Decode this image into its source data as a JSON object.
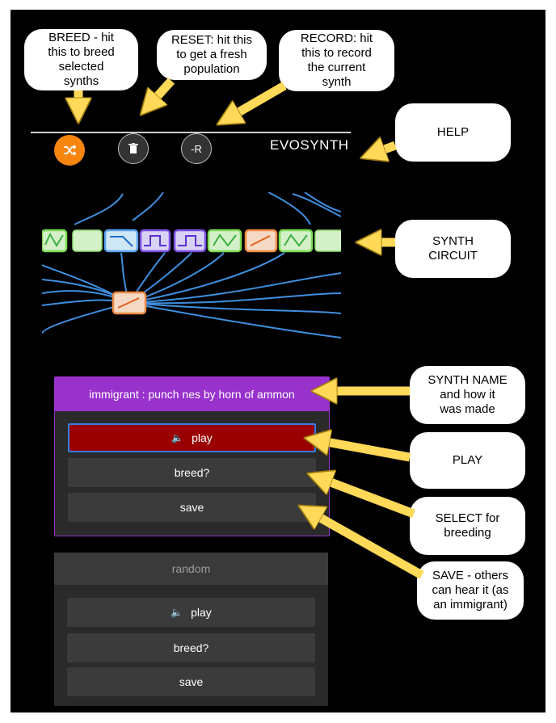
{
  "callouts": {
    "breed": "BREED - hit\nthis to breed\nselected\nsynths",
    "reset": "RESET: hit this\nto get a fresh\npopulation",
    "record": "RECORD: hit\nthis to record\nthe current\nsynth",
    "help": "HELP",
    "circuit": "SYNTH\nCIRCUIT",
    "name": "SYNTH NAME\nand how it\nwas made",
    "play": "PLAY",
    "select": "SELECT for\nbreeding",
    "save": "SAVE - others\ncan hear it (as\nan immigrant)"
  },
  "toolbar": {
    "breed_icon": "shuffle-icon",
    "reset_icon": "trash-icon",
    "record_label": "-R",
    "app_name": "EVOSYNTH",
    "breed_color": "#f7860f"
  },
  "colors": {
    "accent_purple": "#9932cc",
    "play_red": "#9b0000",
    "arrow_yellow": "#ffd957",
    "wire_blue": "#3f8fe0"
  },
  "cards": [
    {
      "title": "immigrant : punch nes by horn of ammon",
      "play_label": "play",
      "breed_label": "breed?",
      "save_label": "save"
    },
    {
      "title": "random",
      "play_label": "play",
      "breed_label": "breed?",
      "save_label": "save"
    }
  ]
}
